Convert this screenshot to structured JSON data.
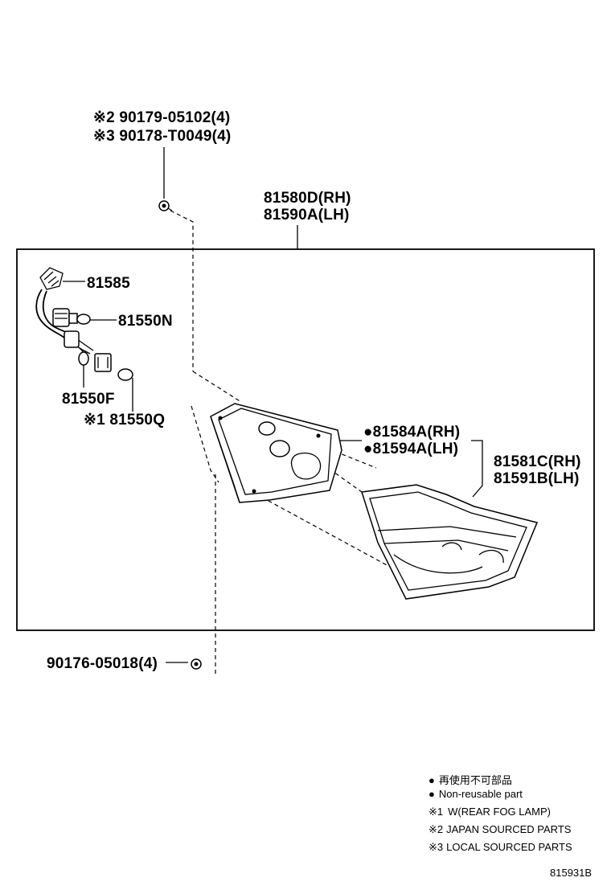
{
  "labels": {
    "screw_upper_1": "※2 90179-05102(4)",
    "screw_upper_2": "※3 90178-T0049(4)",
    "assy_rh": "81580D(RH)",
    "assy_lh": "81590A(LH)",
    "socket_wire": "81585",
    "bulb_n": "81550N",
    "bulb_f": "81550F",
    "bulb_q": "※1 81550Q",
    "gasket_rh": "●81584A(RH)",
    "gasket_lh": "●81594A(LH)",
    "lens_rh": "81581C(RH)",
    "lens_lh": "81591B(LH)",
    "nut_lower": "90176-05018(4)"
  },
  "legend": [
    {
      "mark": "●",
      "text": "再使用不可部品"
    },
    {
      "mark": "●",
      "text": "Non-reusable part"
    },
    {
      "mark": "※1",
      "text": "W(REAR FOG LAMP)"
    },
    {
      "mark": "※2",
      "text": "JAPAN SOURCED PARTS"
    },
    {
      "mark": "※3",
      "text": "LOCAL SOURCED PARTS"
    }
  ],
  "figure_ref": "815931B",
  "icons": [
    "screw-icon",
    "nut-icon",
    "socket-wire-icon",
    "bulb-icon",
    "gasket-icon",
    "lens-icon"
  ]
}
